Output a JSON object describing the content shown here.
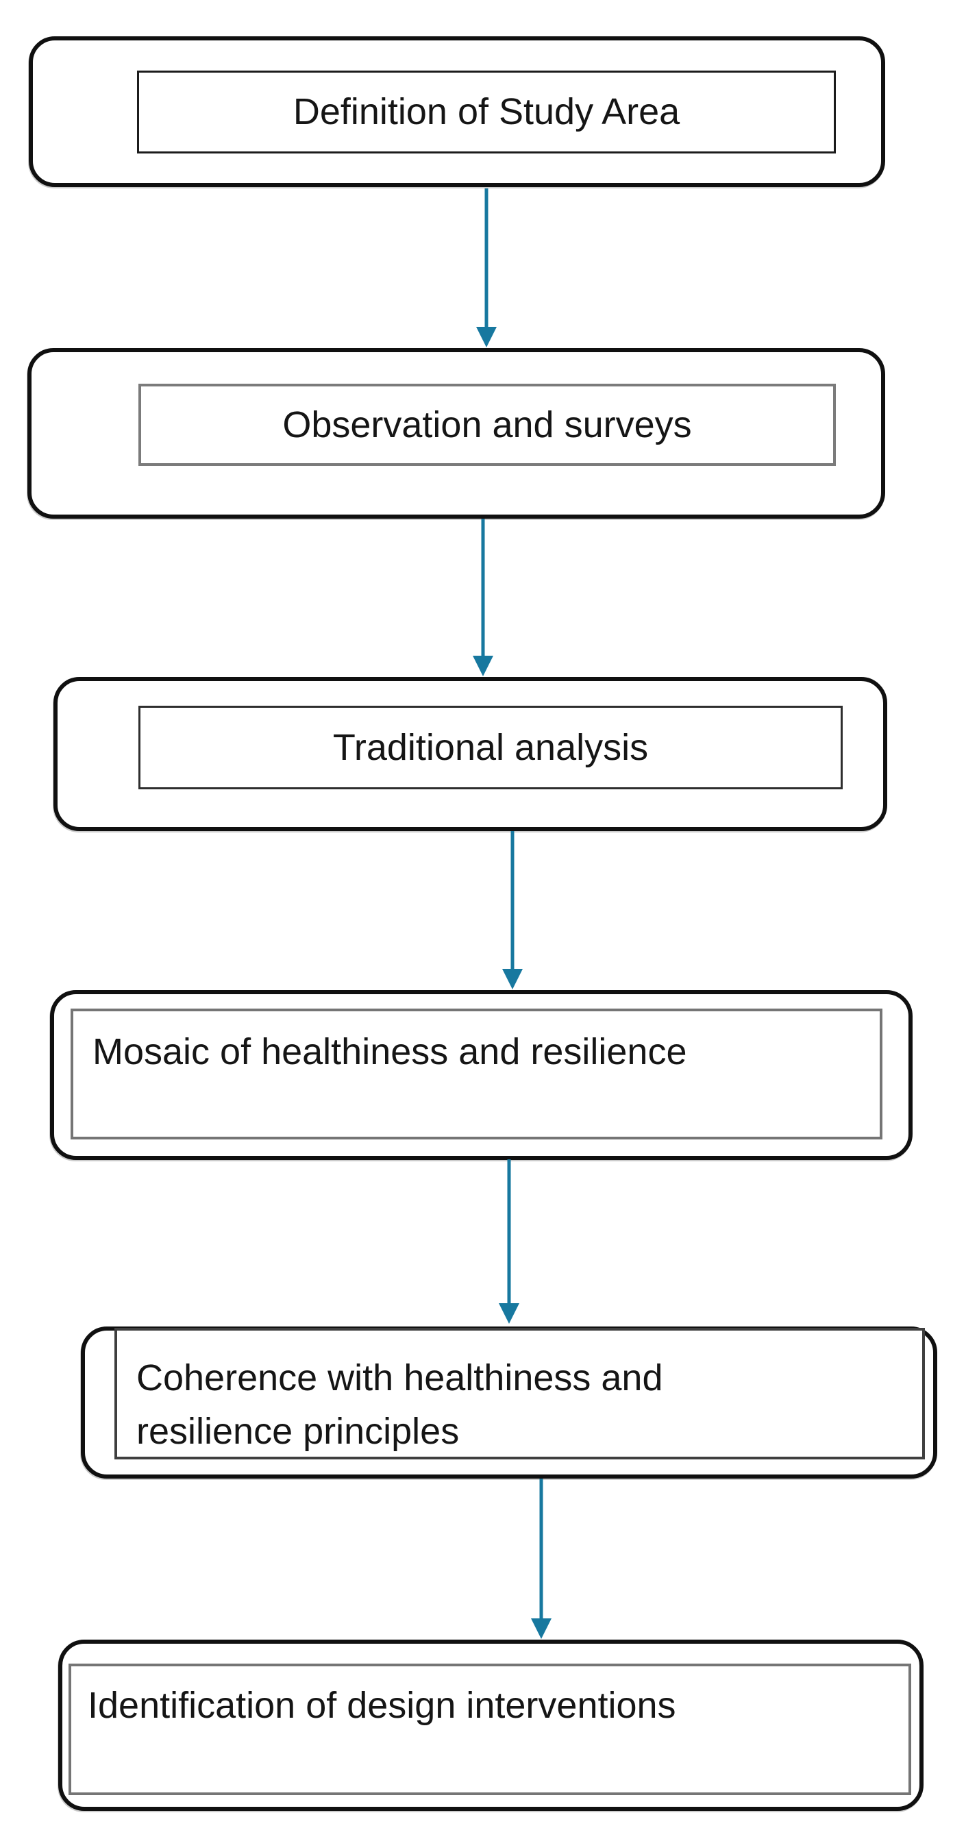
{
  "diagram": {
    "type": "flowchart",
    "orientation": "vertical",
    "colors": {
      "arrow": "#17789f",
      "box_border": "#101010",
      "text": "#151515",
      "background": "#ffffff"
    },
    "nodes": [
      {
        "id": "definition-of-study-area",
        "label": "Definition of Study Area",
        "text_align": "center"
      },
      {
        "id": "observation-and-surveys",
        "label": "Observation and surveys",
        "text_align": "center"
      },
      {
        "id": "traditional-analysis",
        "label": "Traditional analysis",
        "text_align": "center"
      },
      {
        "id": "mosaic-of-healthiness-and-resilience",
        "label": "Mosaic of healthiness and resilience",
        "text_align": "left"
      },
      {
        "id": "coherence-with-healthiness-and-resilience-principles",
        "label": "Coherence with healthiness and resilience principles",
        "text_align": "left"
      },
      {
        "id": "identification-of-design-interventions",
        "label": "Identification of design interventions",
        "text_align": "left"
      }
    ],
    "edges": [
      {
        "from": 0,
        "to": 1
      },
      {
        "from": 1,
        "to": 2
      },
      {
        "from": 2,
        "to": 3
      },
      {
        "from": 3,
        "to": 4
      },
      {
        "from": 4,
        "to": 5
      }
    ]
  }
}
